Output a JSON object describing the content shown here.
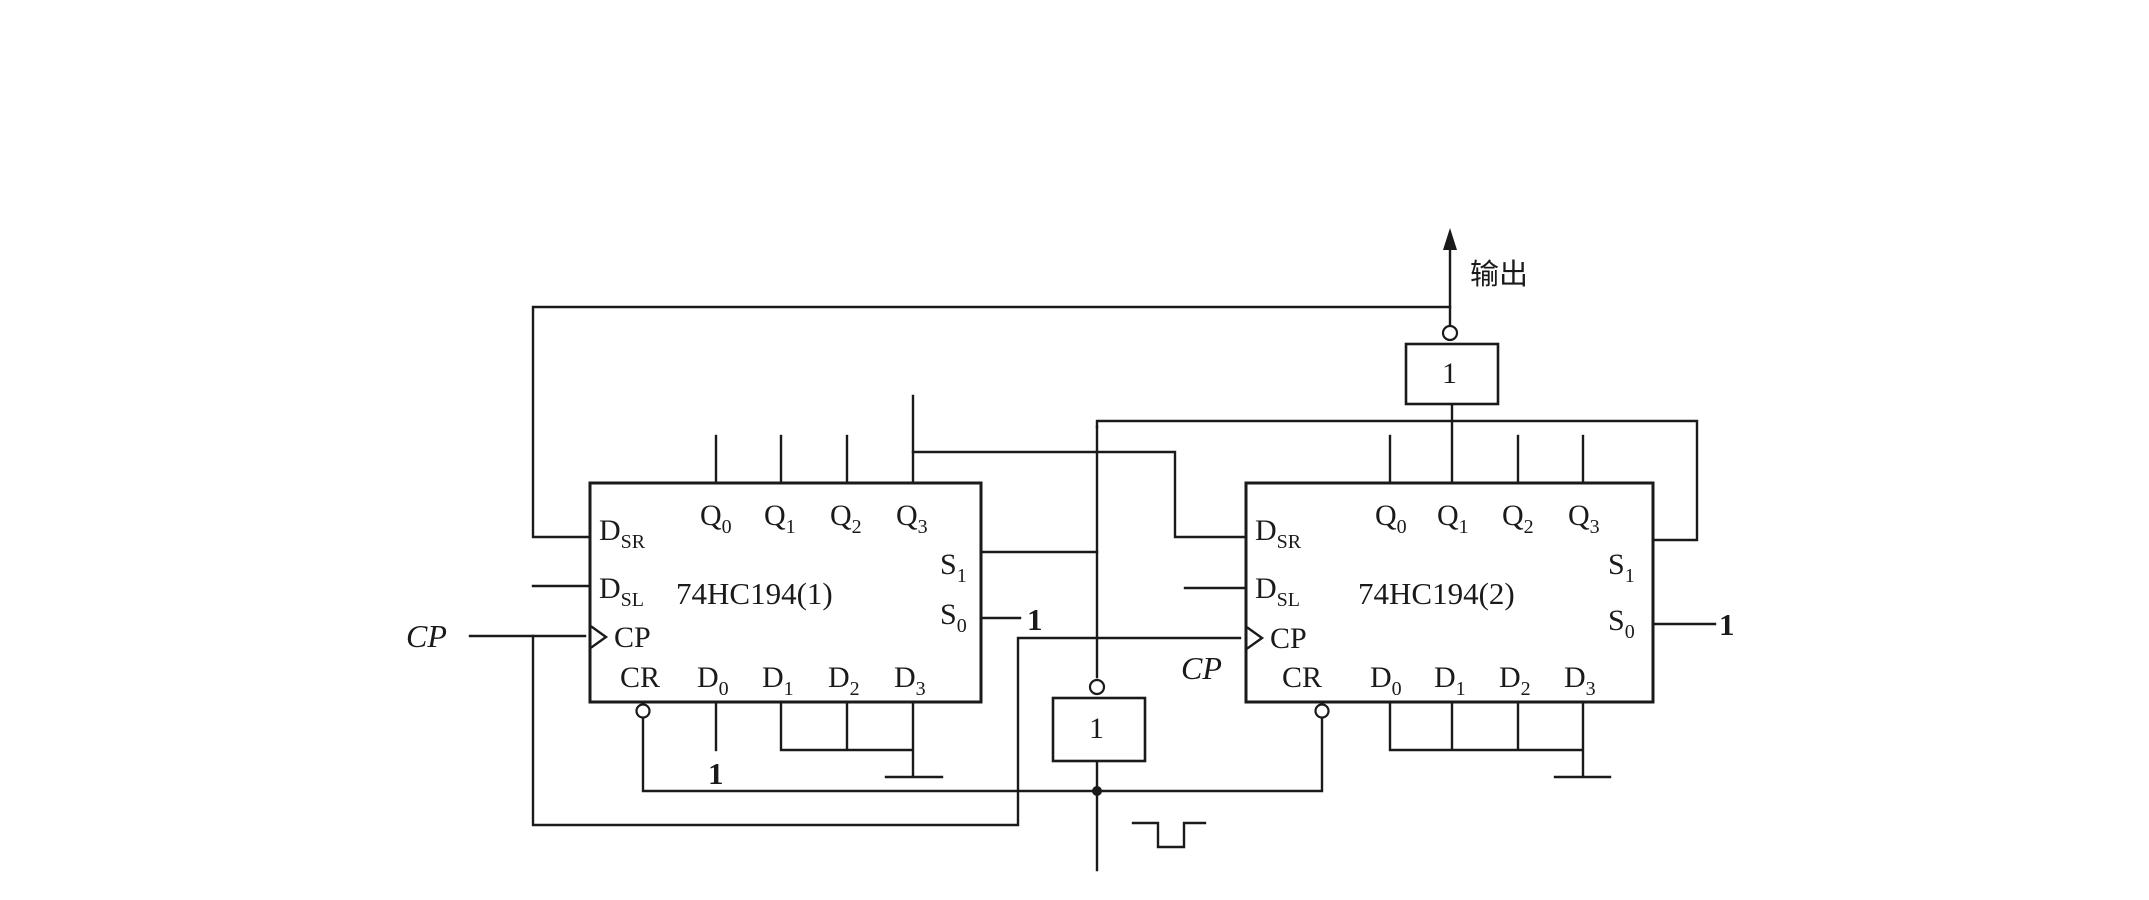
{
  "chips": [
    {
      "name": "74HC194(1)",
      "outputs": [
        {
          "base": "Q",
          "sub": "0"
        },
        {
          "base": "Q",
          "sub": "1"
        },
        {
          "base": "Q",
          "sub": "2"
        },
        {
          "base": "Q",
          "sub": "3"
        }
      ],
      "inputs_left": [
        {
          "base": "D",
          "sub": "SR"
        },
        {
          "base": "D",
          "sub": "SL"
        },
        {
          "base": "CP",
          "sub": ""
        }
      ],
      "inputs_right": [
        {
          "base": "S",
          "sub": "1"
        },
        {
          "base": "S",
          "sub": "0"
        }
      ],
      "inputs_bottom": [
        {
          "base": "CR",
          "sub": ""
        },
        {
          "base": "D",
          "sub": "0"
        },
        {
          "base": "D",
          "sub": "1"
        },
        {
          "base": "D",
          "sub": "2"
        },
        {
          "base": "D",
          "sub": "3"
        }
      ],
      "s0_value": "1",
      "d0_value": "1"
    },
    {
      "name": "74HC194(2)",
      "outputs": [
        {
          "base": "Q",
          "sub": "0"
        },
        {
          "base": "Q",
          "sub": "1"
        },
        {
          "base": "Q",
          "sub": "2"
        },
        {
          "base": "Q",
          "sub": "3"
        }
      ],
      "inputs_left": [
        {
          "base": "D",
          "sub": "SR"
        },
        {
          "base": "D",
          "sub": "SL"
        },
        {
          "base": "CP",
          "sub": ""
        }
      ],
      "inputs_right": [
        {
          "base": "S",
          "sub": "1"
        },
        {
          "base": "S",
          "sub": "0"
        }
      ],
      "inputs_bottom": [
        {
          "base": "CR",
          "sub": ""
        },
        {
          "base": "D",
          "sub": "0"
        },
        {
          "base": "D",
          "sub": "1"
        },
        {
          "base": "D",
          "sub": "2"
        },
        {
          "base": "D",
          "sub": "3"
        }
      ],
      "s0_value": "1"
    }
  ],
  "gates": {
    "top_inverter": "1",
    "bottom_inverter": "1"
  },
  "signals": {
    "clock_left": "CP",
    "clock_mid": "CP",
    "output": "输出"
  }
}
